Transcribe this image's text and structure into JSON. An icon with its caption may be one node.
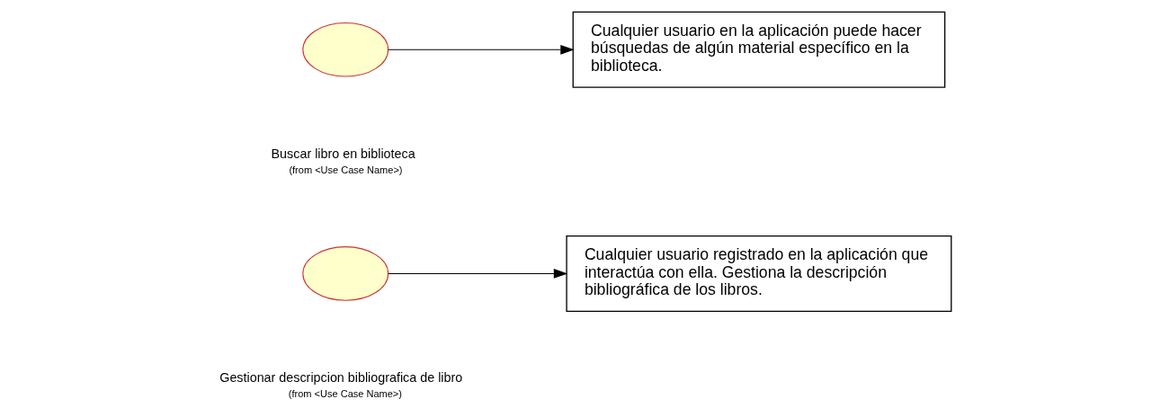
{
  "diagram": {
    "nodes": [
      {
        "text": [],
        "shape": "ellipse",
        "beside": [
          "Gestionar descripcion bibliografica de libro",
          "(from <Use Case Name>)"
        ]
      },
      {
        "text": [
          "Cualquier usuario registrado en la aplicación que interactúa con ella. Gestiona la descripción bibliográfica de los libros."
        ]
      },
      {
        "text": [],
        "shape": "ellipse",
        "beside": [
          "Buscar libro en biblioteca",
          "(from <Use Case Name>)"
        ]
      },
      {
        "text": [
          "Cualquier usuario en la aplicación puede hacer búsquedas de algún material específico en la biblioteca."
        ]
      }
    ],
    "edges": [
      {
        "from": 0,
        "to": 1,
        "arrow": "to"
      },
      {
        "from": 2,
        "to": 3,
        "arrow": "to"
      }
    ]
  }
}
